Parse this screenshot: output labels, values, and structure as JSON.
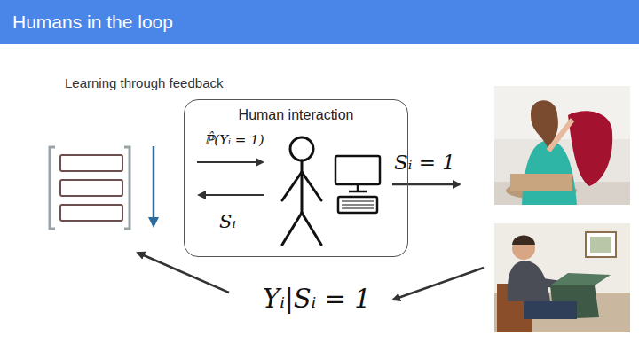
{
  "diagram": {
    "title": "Humans in the loop",
    "nodes": [
      {
        "text": [
          "Human interaction"
        ]
      }
    ],
    "labels": [
      "Learning through feedback",
      "ℙ̂(Yᵢ = 1)",
      "Sᵢ",
      "Sᵢ = 1",
      "Yᵢ|Sᵢ = 1"
    ]
  }
}
